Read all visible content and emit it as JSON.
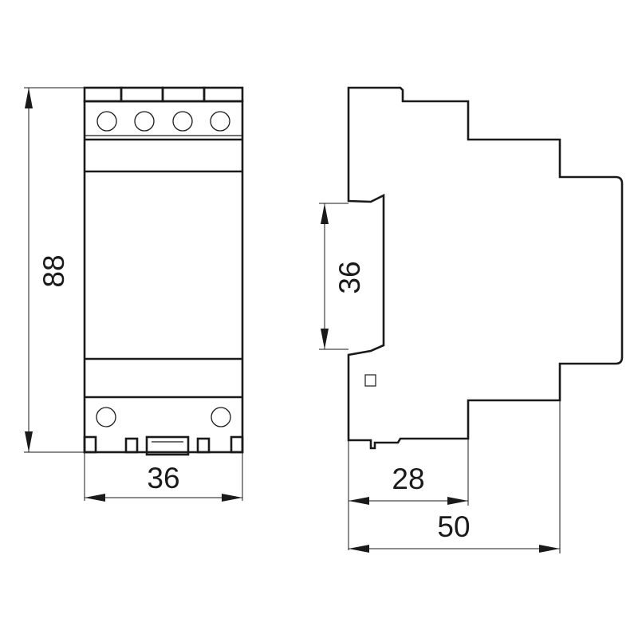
{
  "dimensions": {
    "front_height": "88",
    "front_width": "36",
    "rail_height": "36",
    "side_depth_front": "28",
    "side_depth_total": "50"
  },
  "colors": {
    "line": "#1a1a1a",
    "background": "#ffffff"
  }
}
